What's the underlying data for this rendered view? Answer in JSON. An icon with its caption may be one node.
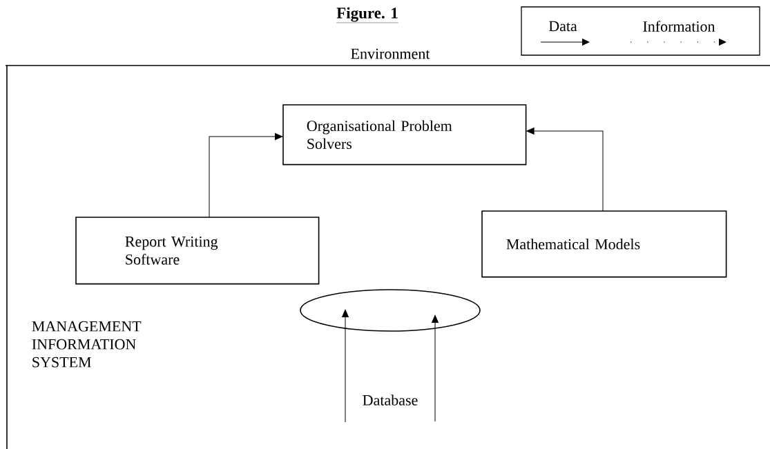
{
  "diagram": {
    "title": "Figure. 1",
    "nodes": [
      {
        "text": [
          "Environment",
          "MANAGEMENT INFORMATION SYSTEM"
        ]
      },
      {
        "text": [
          "Organisational Problem Solvers"
        ],
        "in": 0
      },
      {
        "text": [
          "Report Writing Software"
        ],
        "in": 0
      },
      {
        "text": [
          "Mathematical Models"
        ],
        "in": 0
      },
      {
        "text": [],
        "shape": "ellipse",
        "in": 0
      }
    ],
    "labels": [
      "Database"
    ],
    "edges": [
      {
        "from": 2,
        "to": 1,
        "arrow": "to"
      },
      {
        "from": 3,
        "to": 1,
        "arrow": "to"
      },
      {
        "from": null,
        "to": 4,
        "arrow": "to"
      },
      {
        "from": null,
        "to": 4,
        "arrow": "to"
      }
    ],
    "legend": [
      {
        "text": "Data"
      },
      {
        "text": "Information"
      }
    ]
  }
}
